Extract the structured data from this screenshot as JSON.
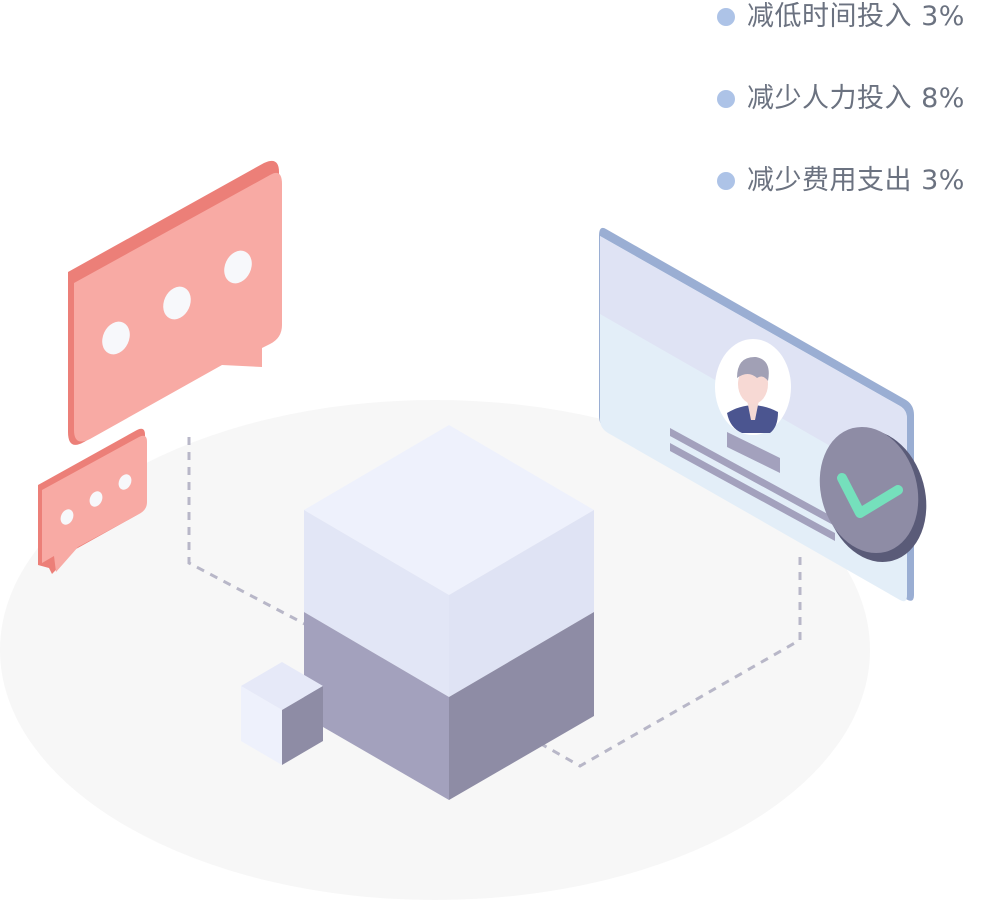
{
  "stats": [
    {
      "text": "减低时间投入 3%"
    },
    {
      "text": "减少人力投入 8%"
    },
    {
      "text": "减少费用支出 3%"
    }
  ],
  "colors": {
    "bullet": "#adc3e7",
    "text": "#6b7280",
    "chat_bubble": "#f8aaa4",
    "chat_bubble_dark": "#ec7f78",
    "cube_top": "#eef1fc",
    "cube_side": "#a3a1bd",
    "card_bg": "#e3eef8",
    "card_header": "#dfe3f4",
    "card_edge": "#9aaed3",
    "check_disc": "#8e8ca5",
    "check_mark": "#75e0bc"
  },
  "icons": {
    "large_bubble": "chat-dots-icon",
    "small_bubble": "chat-dots-icon",
    "cube": "cube-icon",
    "small_cube": "cube-icon",
    "profile_card": "id-card-icon",
    "avatar": "user-avatar-icon",
    "check_badge": "check-icon"
  }
}
